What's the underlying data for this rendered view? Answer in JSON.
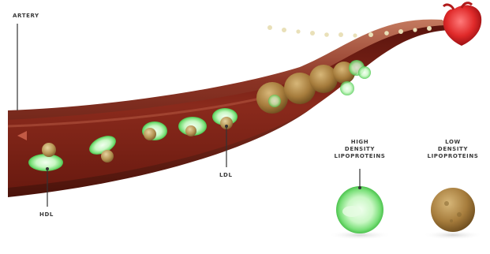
{
  "labels": {
    "artery": "ARTERY",
    "hdl": "HDL",
    "ldl": "LDL",
    "hdl_legend": [
      "HIGH",
      "DENSITY",
      "LIPOPROTEINS"
    ],
    "ldl_legend": [
      "LOW",
      "DENSITY",
      "LIPOPROTEINS"
    ]
  },
  "colors": {
    "artery_wall": "#8a3324",
    "artery_inner": "#6e1f14",
    "hdl_green": "#7be07a",
    "ldl_tan": "#b89a5a",
    "heart_red": "#e02a2a"
  }
}
